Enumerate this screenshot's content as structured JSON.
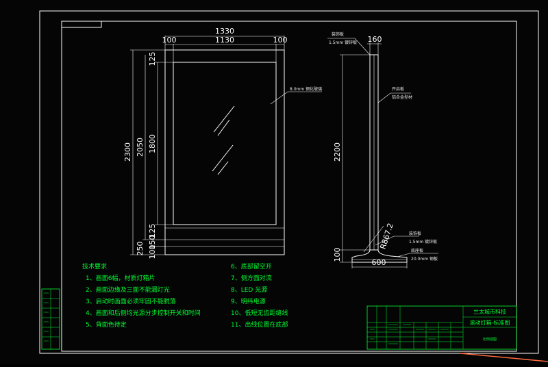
{
  "drawing": {
    "front_view": {
      "dims": {
        "total_width": "1330",
        "left_margin": "100",
        "inner_width": "1130",
        "right_margin": "100",
        "total_height": "2300",
        "mid_height": "2050",
        "screen_height": "1800",
        "top_margin": "125",
        "lower_margin": "125",
        "base_a": "250",
        "base_b": "100",
        "base_c": "150"
      },
      "glass_note": "8.0mm 钢化玻璃"
    },
    "side_view": {
      "dims": {
        "depth": "160",
        "height": "2200",
        "base_width": "600",
        "base_height": "100",
        "radius": "R867.2"
      },
      "notes": {
        "top_1": "装饰板",
        "top_2": "1.5mm 镀锌板",
        "mid_1": "开启板",
        "mid_2": "铝合金型材",
        "base_1": "装饰板",
        "base_2": "1.5mm 镀锌板",
        "base_3": "底座板",
        "base_4": "20.0mm 钢板"
      }
    },
    "requirements": {
      "title": "技术要求",
      "items": [
        "1、画面6幅，材质灯箱片",
        "2、画面边缘及三面不能漏灯光",
        "3、启动时画面必须牢固不能脱落",
        "4、画面和后侧均光源分步控制开关和时间",
        "5、背面色待定",
        "6、底部留空开",
        "7、侧方面对流",
        "8、LED 光源",
        "9、明纬电源",
        "10、低短无齿距缝线",
        "11、出线位置在底部"
      ]
    },
    "title_block": {
      "company": "兰太城市科技",
      "drawing_name": "滚动灯箱-标准图",
      "note": "比例视图"
    }
  }
}
